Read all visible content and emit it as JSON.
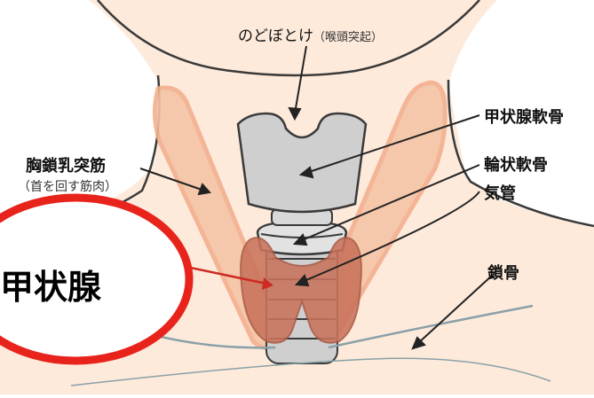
{
  "labels": {
    "adams_apple": "のどぼとけ",
    "adams_apple_sub": "（喉頭突起）",
    "thyroid_cartilage": "甲状腺軟骨",
    "scm": "胸鎖乳突筋",
    "scm_sub": "（首を回す筋肉）",
    "cricoid": "輪状軟骨",
    "trachea": "気管",
    "clavicle": "鎖骨",
    "thyroid": "甲状腺"
  },
  "colors": {
    "skin": "#fdeadb",
    "outline": "#3a3a3a",
    "cartilage": "#cfcfcf",
    "muscle": "#f2b08f",
    "thyroid": "#c9735b",
    "highlight_ring": "#e8231c",
    "clavicle_line": "#8aa0a8"
  }
}
